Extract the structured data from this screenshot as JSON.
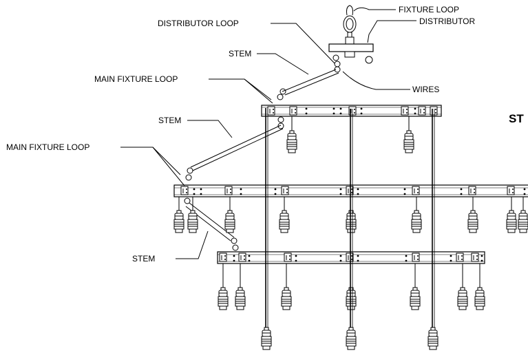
{
  "labels": {
    "fixture_loop": "FIXTURE LOOP",
    "distributor": "DISTRIBUTOR",
    "distributor_loop": "DISTRIBUTOR LOOP",
    "stem_top": "STEM",
    "main_fixture_loop_top": "MAIN FIXTURE LOOP",
    "wires": "WIRES",
    "stem_middle": "STEM",
    "main_fixture_loop_middle": "MAIN FIXTURE LOOP",
    "stem_bottom": "STEM",
    "cut_title": "ST"
  }
}
